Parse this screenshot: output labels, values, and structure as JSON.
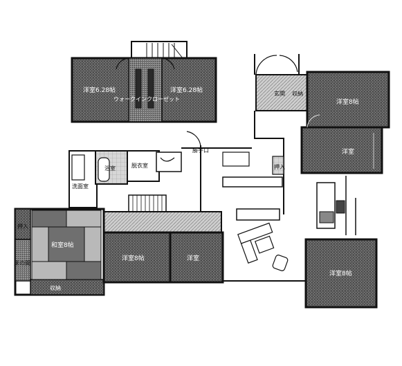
{
  "rooms": {
    "upper_left": "洋室6.28帖",
    "upper_right": "洋室6.28帖",
    "walkin_closet": "ウォークインクローゼット",
    "entrance_storage": "玄関",
    "shoe_storage": "収納",
    "yoshitsu_ne": "洋室8帖",
    "yoshitsu_e": "洋室",
    "kitchen_back": "勝手口",
    "closet": "押入",
    "washroom": "洗面室",
    "bathroom": "浴室",
    "dressing": "脱衣室",
    "washitsu": "和室8帖",
    "oshiire": "押入",
    "tokonoma": "床の間",
    "shuno": "収納",
    "yoshitsu_center": "洋室8帖",
    "yoshitsu_mid": "洋室",
    "yoshitsu_se": "洋室8帖"
  },
  "colors": {
    "wall": "#111111",
    "room_fill": "#555555",
    "floor": "#ffffff",
    "tatami_light": "#b9b9b9",
    "tatami_dark": "#6f6f6f"
  }
}
